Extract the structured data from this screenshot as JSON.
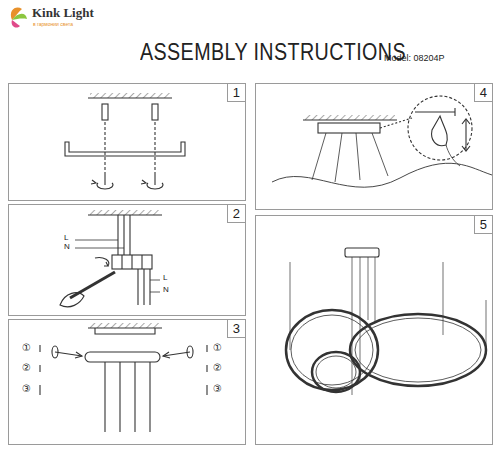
{
  "diagram": {
    "title": "ASSEMBLY INSTRUCTIONS",
    "nodes": [
      {
        "text": [
          "1"
        ]
      },
      {
        "text": [
          "2"
        ]
      },
      {
        "text": [
          "3"
        ]
      },
      {
        "text": [
          "4"
        ]
      },
      {
        "text": [
          "5"
        ]
      }
    ],
    "labels": [
      "Kink Light",
      "в гармонии света",
      "Model: 08204P",
      "L",
      "N",
      "L",
      "N",
      "①",
      "②",
      "③",
      "①",
      "②",
      "③"
    ]
  }
}
